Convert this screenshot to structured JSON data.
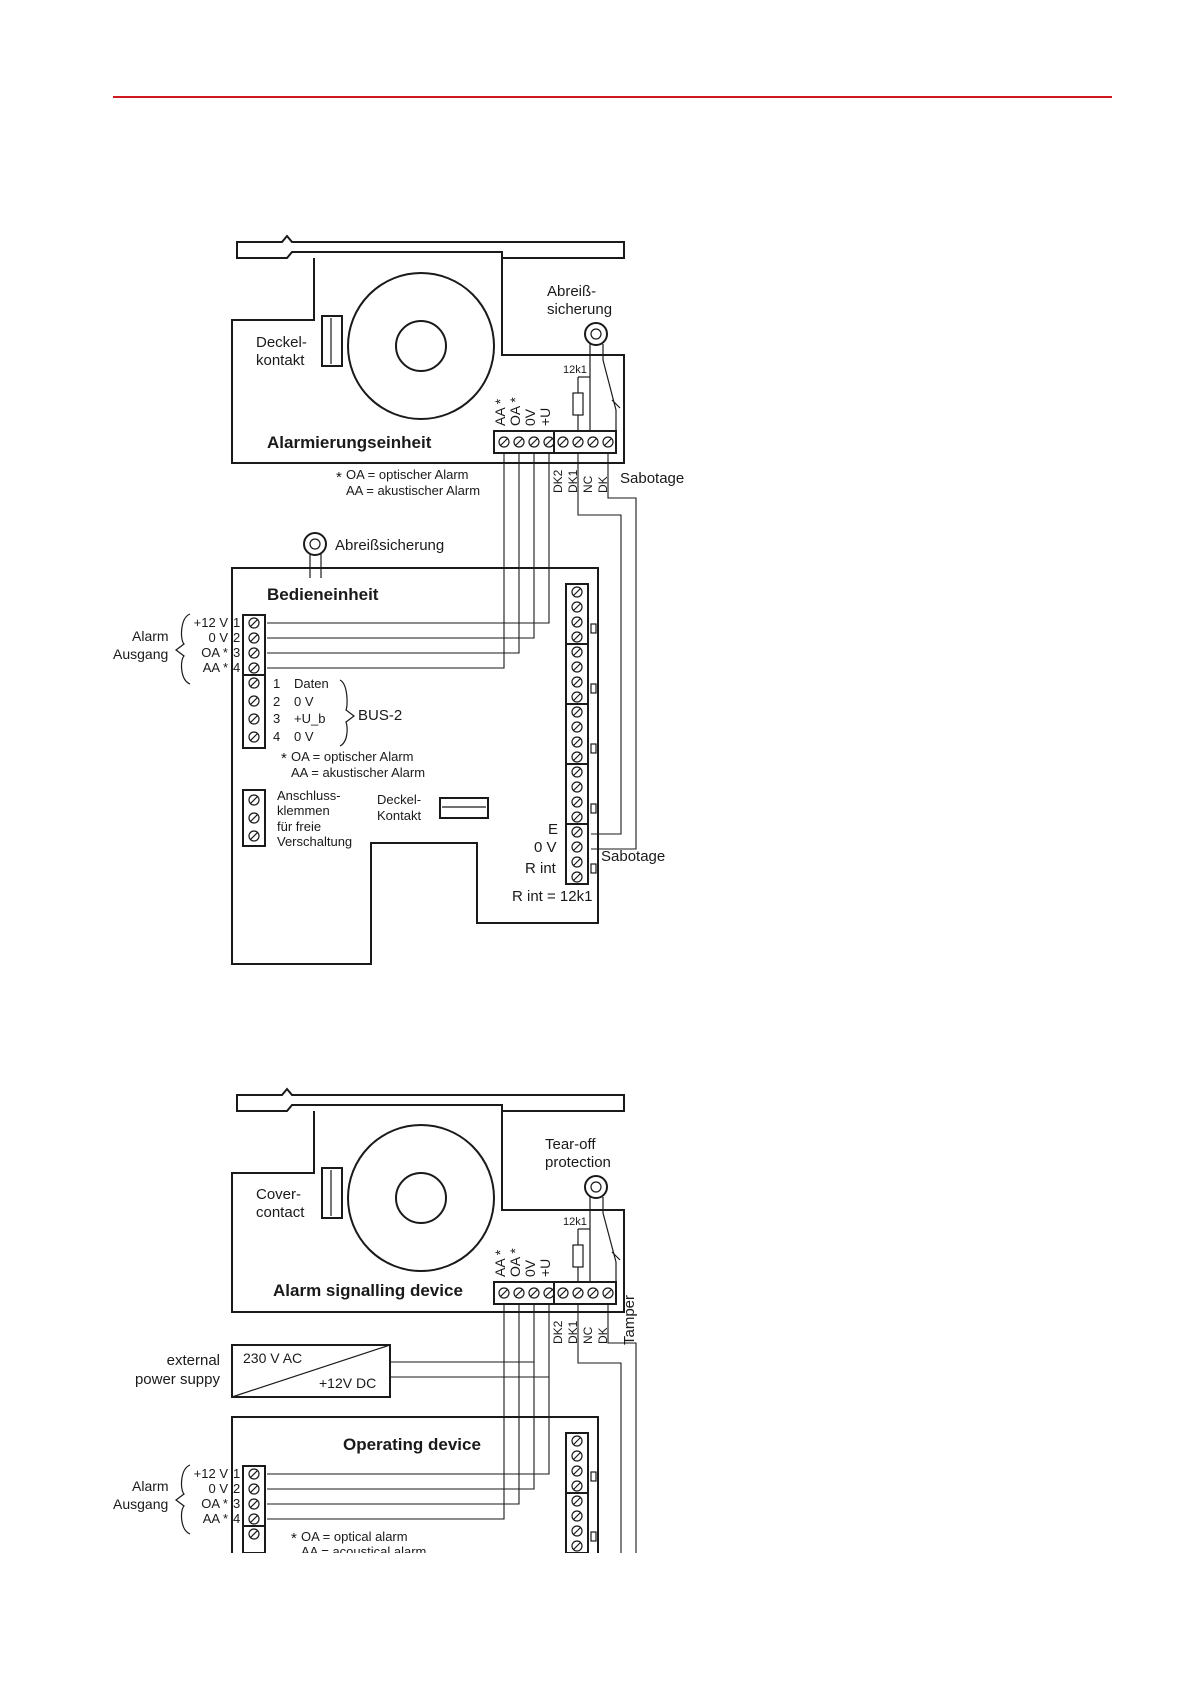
{
  "header": {
    "rule_color": "#d0181f"
  },
  "diagram_de": {
    "alarm_unit": {
      "title": "Alarmierungseinheit",
      "cover_contact": [
        "Deckel-",
        "kontakt"
      ],
      "tearoff": [
        "Abreiß-",
        "sicherung"
      ],
      "resistor": "12k1",
      "term_left": [
        "AA *",
        "OA *",
        "0V",
        "+U"
      ],
      "term_right": [
        "DK2",
        "DK1",
        "NC",
        "DK"
      ],
      "tamper": "Sabotage",
      "legend": [
        "OA = optischer Alarm",
        "AA = akustischer Alarm"
      ],
      "star": "*"
    },
    "operating_unit": {
      "tearoff": "Abreißsicherung",
      "title": "Bedieneinheit",
      "alarm_output": [
        "Alarm",
        "Ausgang"
      ],
      "outputs": [
        "+12 V",
        "0 V",
        "OA *",
        "AA *"
      ],
      "out_numbers": [
        "1",
        "2",
        "3",
        "4"
      ],
      "bus_numbers": [
        "1",
        "2",
        "3",
        "4"
      ],
      "bus_signals": [
        "Daten",
        "0 V",
        "+U_b",
        "0 V"
      ],
      "bus_name": "BUS-2",
      "legend": [
        "OA = optischer Alarm",
        "AA = akustischer Alarm"
      ],
      "star": "*",
      "free_terminals": [
        "Anschluss-",
        "klemmen",
        "für freie",
        "Verschaltung"
      ],
      "cover_contact": [
        "Deckel-",
        "Kontakt"
      ],
      "zone_labels": [
        "E",
        "0 V",
        "R int"
      ],
      "tamper": "Sabotage",
      "rint": "R int = 12k1"
    }
  },
  "diagram_en": {
    "alarm_unit": {
      "title": "Alarm signalling device",
      "cover_contact": [
        "Cover-",
        "contact"
      ],
      "tearoff": [
        "Tear-off",
        "protection"
      ],
      "resistor": "12k1",
      "term_left": [
        "AA *",
        "OA *",
        "0V",
        "+U"
      ],
      "term_right": [
        "DK2",
        "DK1",
        "NC",
        "DK"
      ],
      "tamper": "Tamper"
    },
    "power": {
      "label": [
        "external",
        "power suppy"
      ],
      "ac": "230 V AC",
      "dc": "+12V DC"
    },
    "operating_unit": {
      "title": "Operating device",
      "alarm_output": [
        "Alarm",
        "Ausgang"
      ],
      "outputs": [
        "+12 V",
        "0 V",
        "OA *",
        "AA *"
      ],
      "out_numbers": [
        "1",
        "2",
        "3",
        "4"
      ],
      "legend": [
        "OA = optical alarm",
        "AA = acoustical alarm"
      ],
      "star": "*"
    }
  }
}
